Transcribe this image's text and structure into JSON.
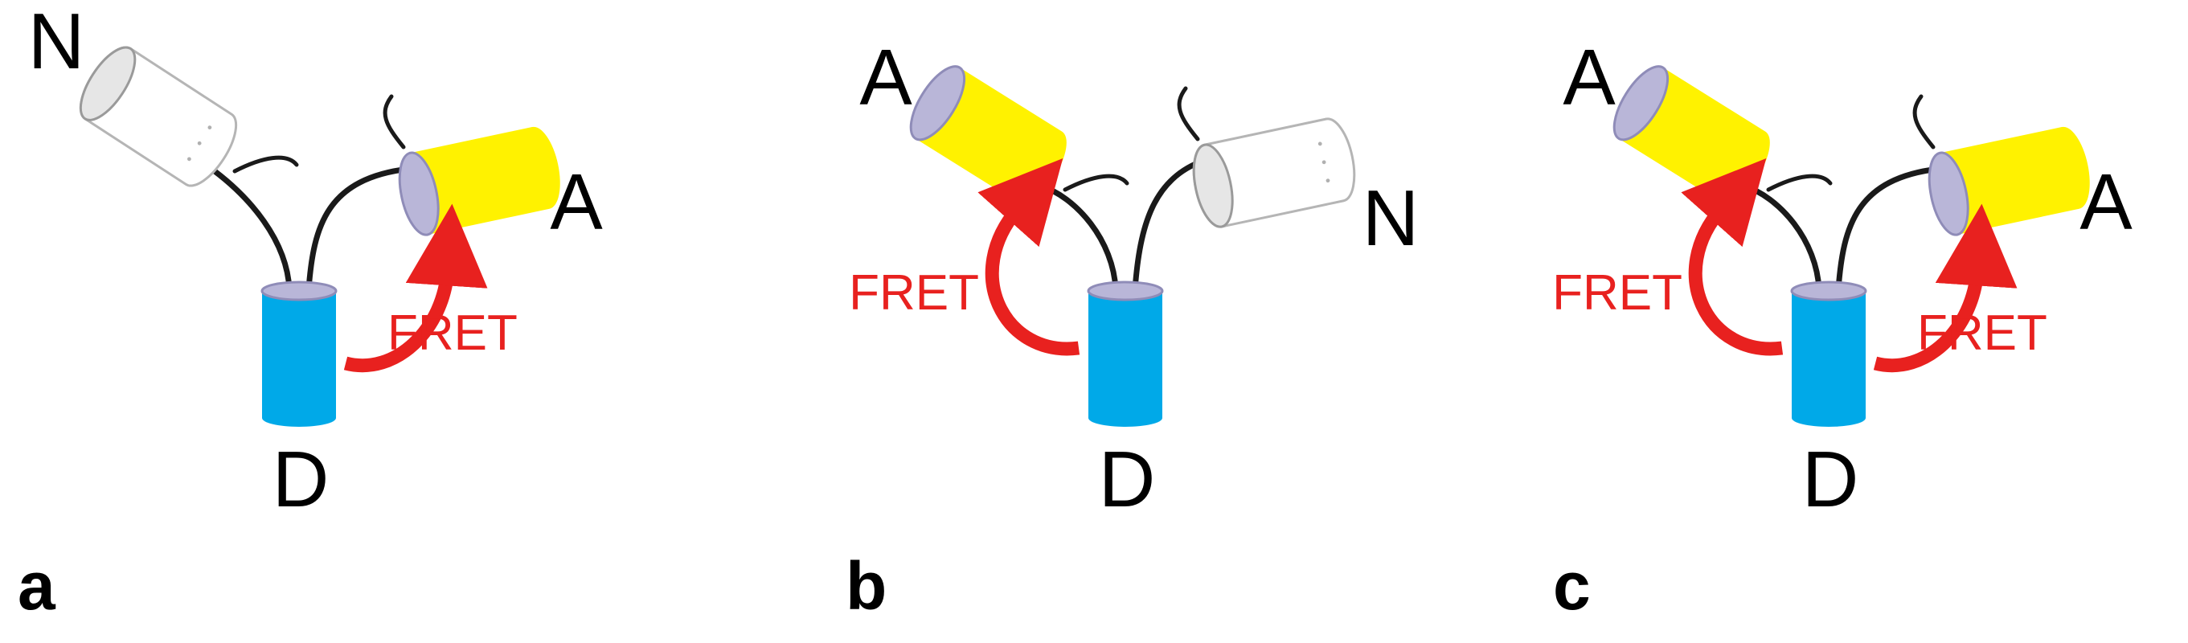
{
  "colors": {
    "donor": "#00a9e8",
    "acceptor": "#fff200",
    "null": "#ffffff",
    "fret": "#e8211f",
    "linker": "#1a1a1a"
  },
  "panels": [
    {
      "label": "a",
      "donor_label": "D",
      "left_label": "N",
      "right_label": "A",
      "left_dye": "null",
      "right_dye": "acceptor",
      "fret_arrows": [
        {
          "side": "right",
          "text": "FRET"
        }
      ]
    },
    {
      "label": "b",
      "donor_label": "D",
      "left_label": "A",
      "right_label": "N",
      "left_dye": "acceptor",
      "right_dye": "null",
      "fret_arrows": [
        {
          "side": "left",
          "text": "FRET"
        }
      ]
    },
    {
      "label": "c",
      "donor_label": "D",
      "left_label": "A",
      "right_label": "A",
      "left_dye": "acceptor",
      "right_dye": "acceptor",
      "fret_arrows": [
        {
          "side": "left",
          "text": "FRET"
        },
        {
          "side": "right",
          "text": "FRET"
        }
      ]
    }
  ]
}
